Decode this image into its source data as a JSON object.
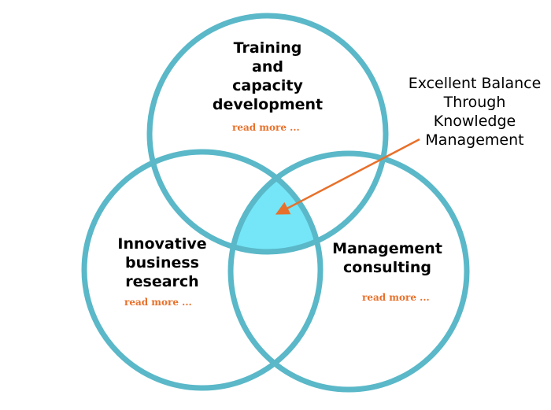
{
  "colors": {
    "circle_stroke": "#5ab8c8",
    "center_fill": "#74e6f7",
    "arrow": "#e8702a",
    "link": "#e8702a",
    "text": "#000000"
  },
  "circles": {
    "training": {
      "title": "Training\nand\ncapacity\ndevelopment",
      "read_more": "read more ..."
    },
    "research": {
      "title": "Innovative\nbusiness\nresearch",
      "read_more": "read more ..."
    },
    "consulting": {
      "title": "Management\nconsulting",
      "read_more": "read more ..."
    }
  },
  "annotation": {
    "text": "Excellent Balance\nThrough\nKnowledge\nManagement"
  }
}
